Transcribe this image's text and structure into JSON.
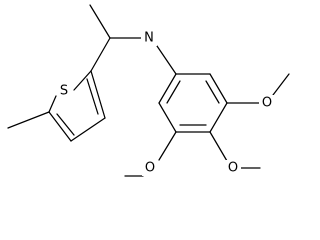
{
  "molecule": {
    "atoms": {
      "nitrogen": {
        "label": "N"
      },
      "sulfur": {
        "label": "S"
      },
      "oxygen_top_right": {
        "label": "O"
      },
      "oxygen_bottom_middle": {
        "label": "O"
      },
      "oxygen_bottom_left": {
        "label": "O"
      }
    }
  },
  "colors": {
    "background": "#ffffff",
    "bond": "#000000",
    "label": "#000000"
  }
}
